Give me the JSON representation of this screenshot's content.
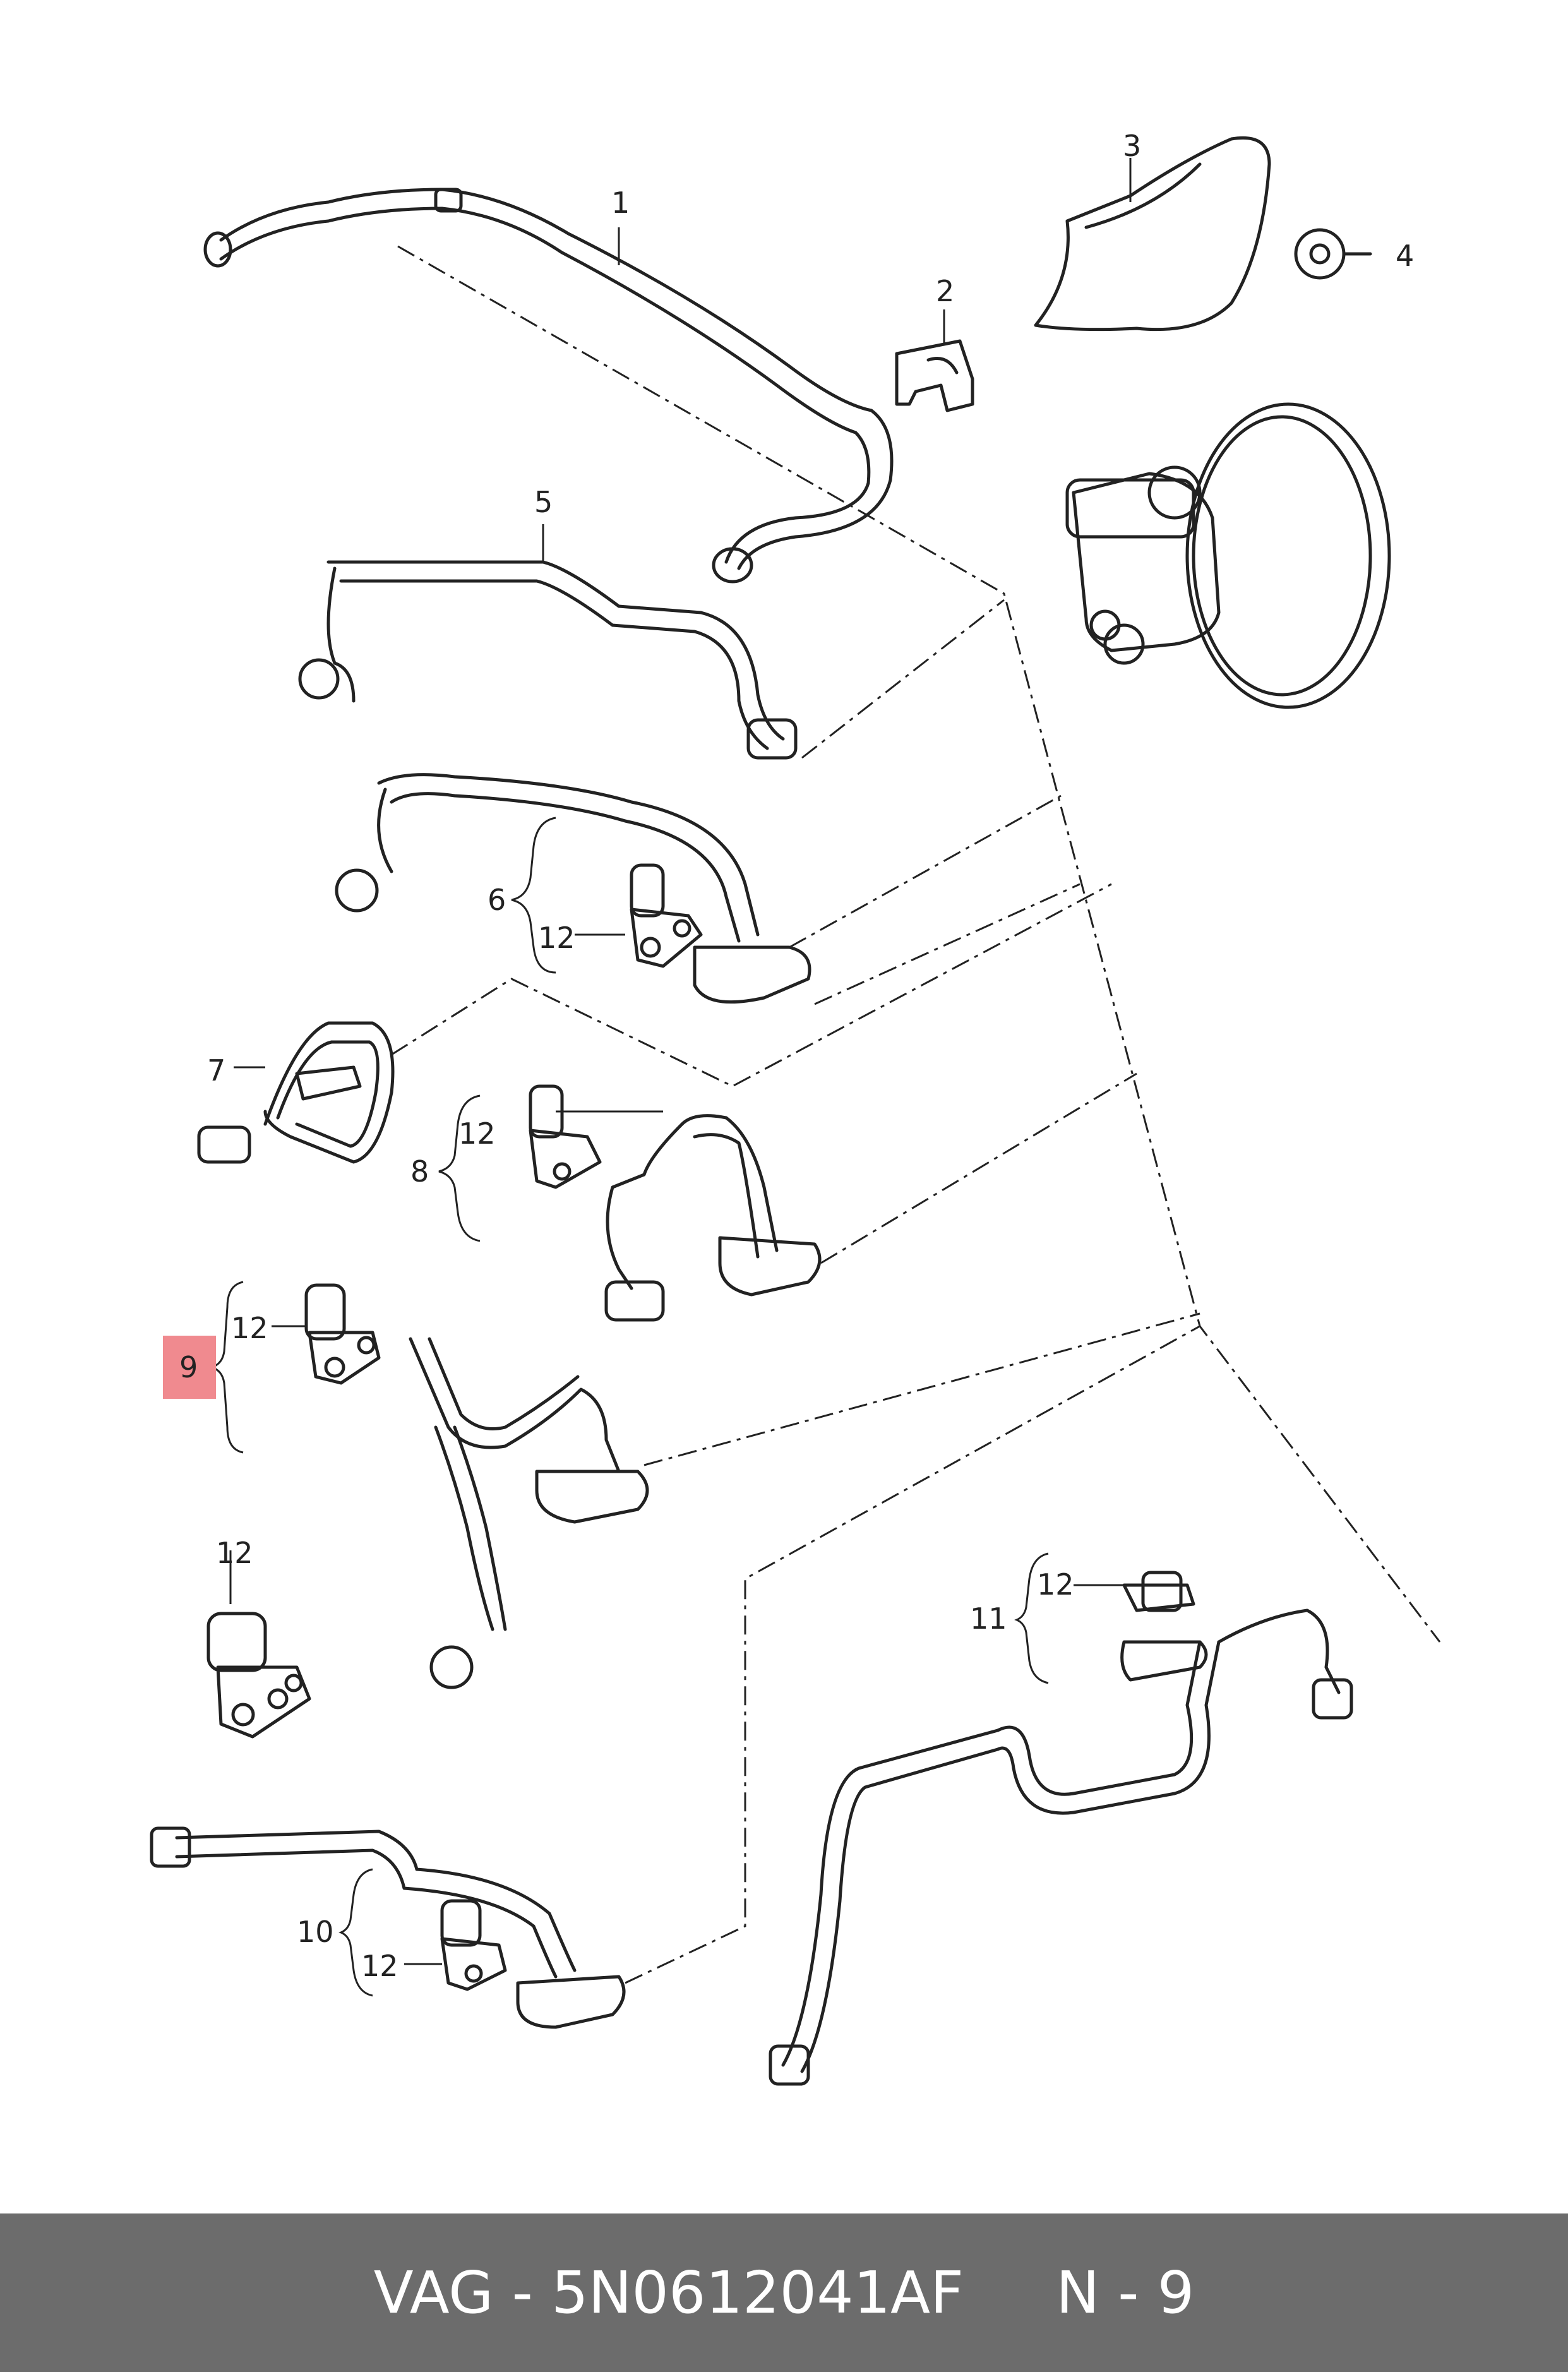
{
  "callouts": {
    "c1": "1",
    "c2": "2",
    "c3": "3",
    "c4": "4",
    "c5": "5",
    "c6": "6",
    "c7": "7",
    "c8": "8",
    "c9": "9",
    "c10": "10",
    "c11": "11",
    "c12": "12"
  },
  "highlight": {
    "label": "9",
    "color": "#f08a8f"
  },
  "footer": {
    "brand": "VAG",
    "part_number": "5N0612041AF",
    "ref": "N - 9",
    "text": "VAG - 5N0612041AF     N - 9",
    "background": "#6c6c6c"
  }
}
